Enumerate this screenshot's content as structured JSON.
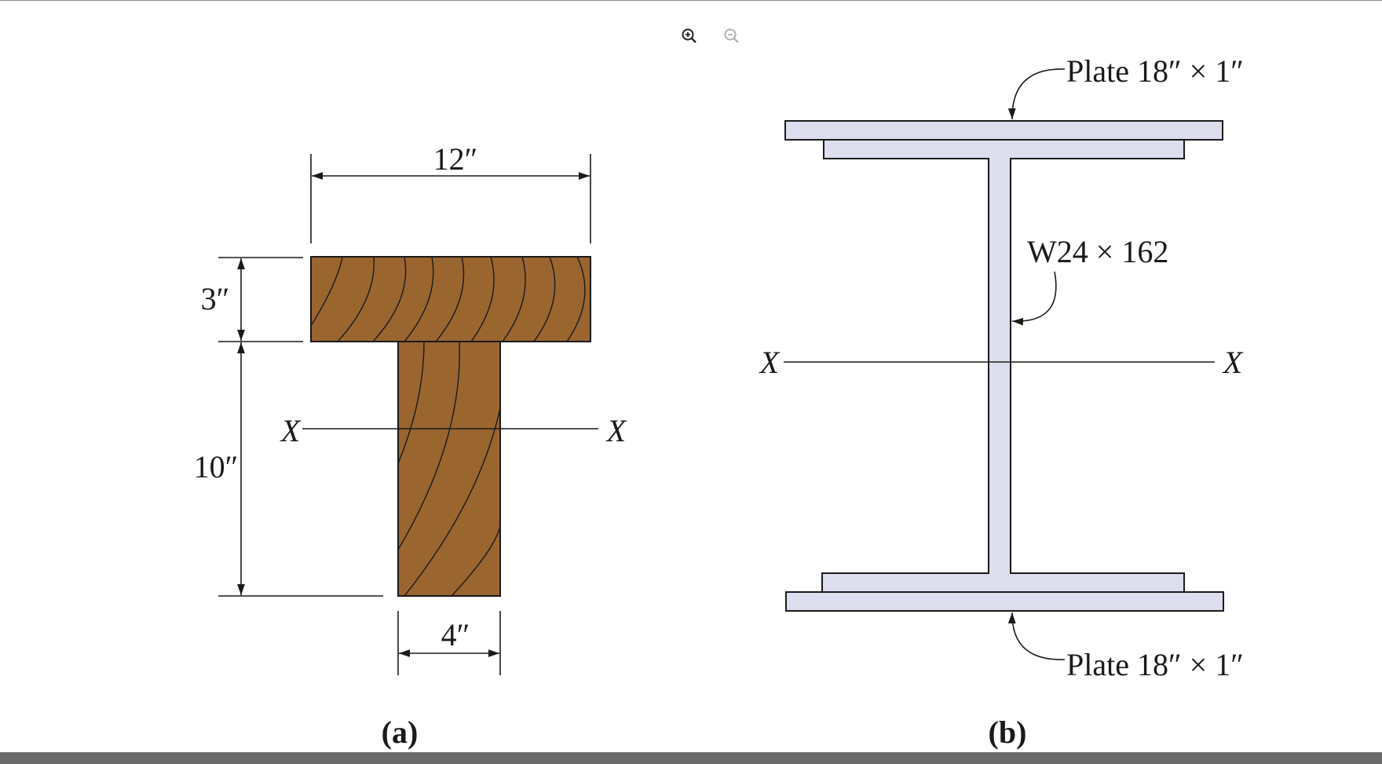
{
  "toolbar": {
    "zoom_in_icon": "zoom-in-icon",
    "zoom_out_icon": "zoom-out-icon"
  },
  "figure_a": {
    "caption": "(a)",
    "width_label": "12″",
    "flange_label": "3″",
    "stem_label": "10″",
    "stem_width_label": "4″",
    "axis_left": "X",
    "axis_right": "X"
  },
  "figure_b": {
    "caption": "(b)",
    "top_plate_label": "Plate 18″ × 1″",
    "beam_label": "W24 × 162",
    "bottom_plate_label": "Plate 18″ × 1″",
    "axis_left": "X",
    "axis_right": "X"
  },
  "colors": {
    "wood": "#9b6530",
    "steel": "#dcdeee",
    "ink": "#1a1a1a"
  }
}
